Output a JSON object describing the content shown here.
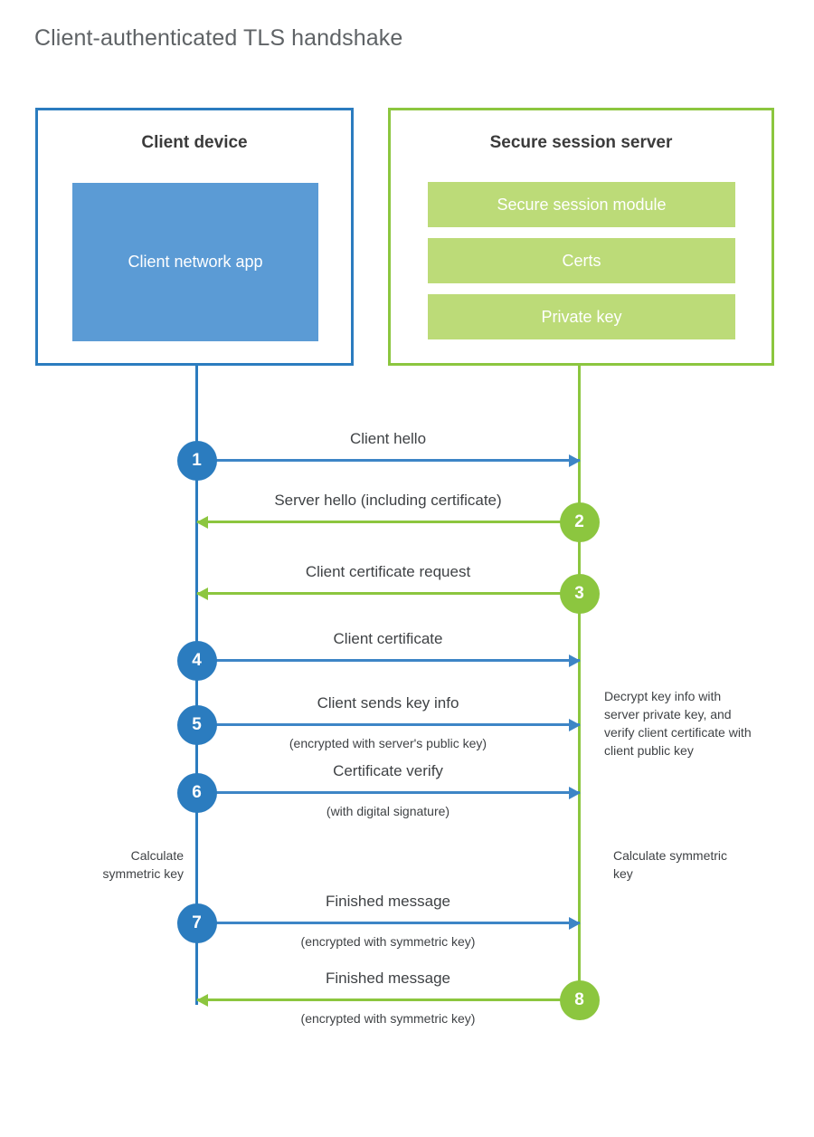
{
  "title": "Client-authenticated TLS handshake",
  "colors": {
    "client_blue": "#2b7cbf",
    "client_arrow_blue": "#3d85c6",
    "client_app_fill": "#5b9bd5",
    "server_green": "#8cc63f",
    "server_bar_fill": "#bcdb78",
    "text_dark": "#3f4245",
    "title_gray": "#5f6366"
  },
  "client": {
    "title": "Client device",
    "app_label": "Client network app"
  },
  "server": {
    "title": "Secure session server",
    "bars": [
      "Secure session module",
      "Certs",
      "Private key"
    ]
  },
  "messages": [
    {
      "step": "1",
      "direction": "client-to-server",
      "label": "Client hello",
      "sublabel": ""
    },
    {
      "step": "2",
      "direction": "server-to-client",
      "label": "Server hello (including certificate)",
      "sublabel": ""
    },
    {
      "step": "3",
      "direction": "server-to-client",
      "label": "Client certificate request",
      "sublabel": ""
    },
    {
      "step": "4",
      "direction": "client-to-server",
      "label": "Client certificate",
      "sublabel": ""
    },
    {
      "step": "5",
      "direction": "client-to-server",
      "label": "Client sends key info",
      "sublabel": "(encrypted with server's public key)"
    },
    {
      "step": "6",
      "direction": "client-to-server",
      "label": "Certificate verify",
      "sublabel": "(with digital signature)"
    },
    {
      "step": "7",
      "direction": "client-to-server",
      "label": "Finished message",
      "sublabel": "(encrypted with symmetric key)"
    },
    {
      "step": "8",
      "direction": "server-to-client",
      "label": "Finished message",
      "sublabel": "(encrypted with symmetric key)"
    }
  ],
  "notes": {
    "server_decrypt": "Decrypt key info with server private key, and verify client certificate with client public key",
    "client_calculate": "Calculate symmetric key",
    "server_calculate": "Calculate symmetric key"
  }
}
